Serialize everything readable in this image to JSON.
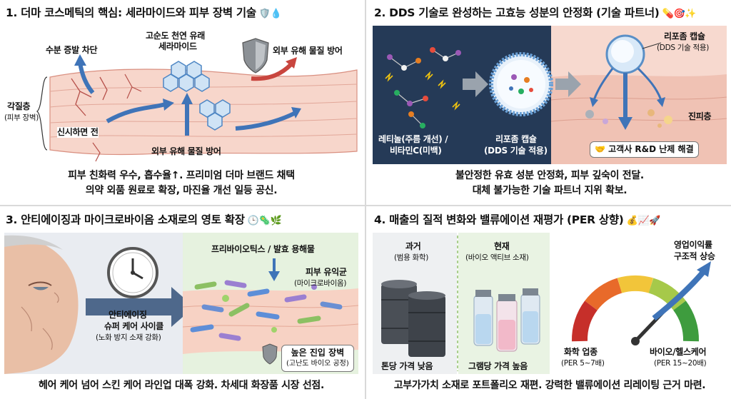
{
  "panel1": {
    "title": "1. 더마 코스메틱의 핵심: 세라마이드와 피부 장벽 기술",
    "title_icons": "🛡️💧",
    "label_moisture": "수분 증발 차단",
    "label_ceramide_1": "고순도 천연 유래",
    "label_ceramide_2": "세라마이드",
    "label_external_top": "외부 유해 물질 방어",
    "label_stratum_1": "각질층",
    "label_stratum_2": "(피부 장벽)",
    "label_new": "신시하면 전",
    "label_external_bottom": "외부 유해 물질 방어",
    "caption_1": "피부 친화력 우수, 흡수율↑. 프리미엄 더마 브랜드 채택",
    "caption_2": "의약 외품 원료로 확장, 마진율 개선 일등 공신."
  },
  "panel2": {
    "title": "2. DDS 기술로 완성하는 고효능 성분의 안정화 (기술 파트너)",
    "title_icons": "💊🎯✨",
    "label_liposome_top_1": "리포좀 캡슐",
    "label_liposome_top_2": "(DDS 기술 적용)",
    "label_retinol_1": "레티놀(주름 개선) /",
    "label_retinol_2": "비타민C(미백)",
    "label_liposome_mid_1": "리포좀 캡슐",
    "label_liposome_mid_2": "(DDS 기술 적용)",
    "label_dermis": "진피층",
    "label_partner": "고객사 R&D 난제 해결",
    "caption_1": "불안정한 유효 성분 안정화, 피부 깊숙이 전달.",
    "caption_2": "대체 불가능한 기술 파트너 지위 확보."
  },
  "panel3": {
    "title": "3. 안티에이징과 마이크로바이옴 소재로의 영토 확장",
    "title_icons": "🕒🦠🌿",
    "label_prebiotics": "프리바이오틱스 / 발효 용해물",
    "label_flora_1": "피부 유익균",
    "label_flora_2": "(마이크로바이옴)",
    "label_antiaging_1": "안티에이징",
    "label_antiaging_2": "슈퍼 케어 사이클",
    "label_antiaging_3": "(노화 방지 소재 강화)",
    "label_barrier_1": "높은 진입 장벽",
    "label_barrier_2": "(고난도 바이오 공정)",
    "caption": "헤어 케어 넘어 스킨 케어 라인업 대폭 강화. 차세대 화장품 시장 선점."
  },
  "panel4": {
    "title": "4. 매출의 질적 변화와 밸류에이션 재평가 (PER 상향)",
    "title_icons": "💰📈🚀",
    "label_past_1": "과거",
    "label_past_2": "(범용 화학)",
    "label_now_1": "현재",
    "label_now_2": "(바이오 액티브 소재)",
    "label_ton": "톤당 가격 낮음",
    "label_gram": "그램당 가격 높음",
    "label_profit_1": "영업이익률",
    "label_profit_2": "구조적 상승",
    "label_chem_1": "화학 업종",
    "label_chem_2": "(PER 5~7배)",
    "label_bio_1": "바이오/헬스케어",
    "label_bio_2": "(PER 15~20배)",
    "caption": "고부가가치 소재로 포트폴리오 재편. 강력한 밸류에이션 리레이팅 근거 마련."
  },
  "colors": {
    "skin_light": "#f7d9cf",
    "skin_dark": "#e8a99a",
    "arrow_blue": "#3f74b8",
    "arrow_red": "#c9463f",
    "green_bg": "#e6f2df"
  }
}
